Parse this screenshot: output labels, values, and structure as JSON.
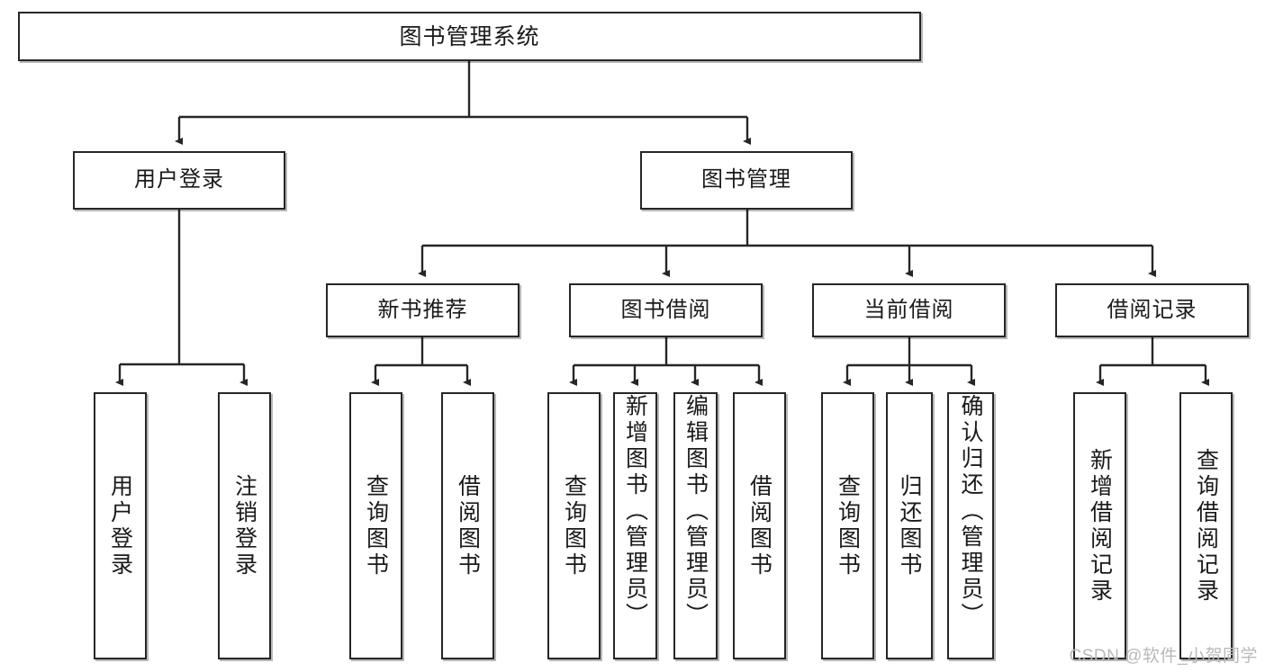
{
  "diagram": {
    "title": "图书管理系统",
    "type": "hierarchy-tree",
    "root": {
      "id": "root",
      "label": "图书管理系统"
    },
    "level2": [
      {
        "id": "user-login",
        "label": "用户登录"
      },
      {
        "id": "book-management",
        "label": "图书管理"
      }
    ],
    "level3": [
      {
        "id": "new-book-recommend",
        "label": "新书推荐"
      },
      {
        "id": "book-borrow",
        "label": "图书借阅"
      },
      {
        "id": "current-borrow",
        "label": "当前借阅"
      },
      {
        "id": "borrow-record",
        "label": "借阅记录"
      }
    ],
    "leaves": {
      "user_login": [
        {
          "id": "leaf-user-login",
          "label": "用户登录"
        },
        {
          "id": "leaf-user-logout",
          "label": "注销登录"
        }
      ],
      "new_book_recommend": [
        {
          "id": "leaf-query-book-1",
          "label": "查询图书"
        },
        {
          "id": "leaf-borrow-book-1",
          "label": "借阅图书"
        }
      ],
      "book_borrow": [
        {
          "id": "leaf-query-book-2",
          "label": "查询图书"
        },
        {
          "id": "leaf-add-book",
          "label": "新增图书（管理员）"
        },
        {
          "id": "leaf-edit-book",
          "label": "编辑图书（管理员）"
        },
        {
          "id": "leaf-borrow-book-2",
          "label": "借阅图书"
        }
      ],
      "current_borrow": [
        {
          "id": "leaf-query-book-3",
          "label": "查询图书"
        },
        {
          "id": "leaf-return-book",
          "label": "归还图书"
        },
        {
          "id": "leaf-confirm-return",
          "label": "确认归还（管理员）"
        }
      ],
      "borrow_record": [
        {
          "id": "leaf-add-record",
          "label": "新增借阅记录"
        },
        {
          "id": "leaf-query-record",
          "label": "查询借阅记录"
        }
      ]
    }
  },
  "watermark": {
    "text": "CSDN @软件_小贺同学"
  },
  "colors": {
    "stroke": "#262626",
    "background": "#ffffff",
    "text": "#1a1a1a",
    "watermark": "#b9b9b9"
  }
}
